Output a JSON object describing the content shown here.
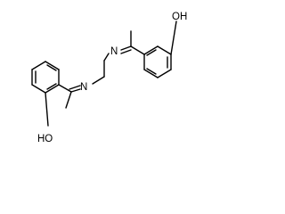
{
  "molecule": {
    "atoms": {
      "oh_top": "OH",
      "n_right": "N",
      "n_left": "N",
      "oh_bottom": "HO"
    }
  }
}
